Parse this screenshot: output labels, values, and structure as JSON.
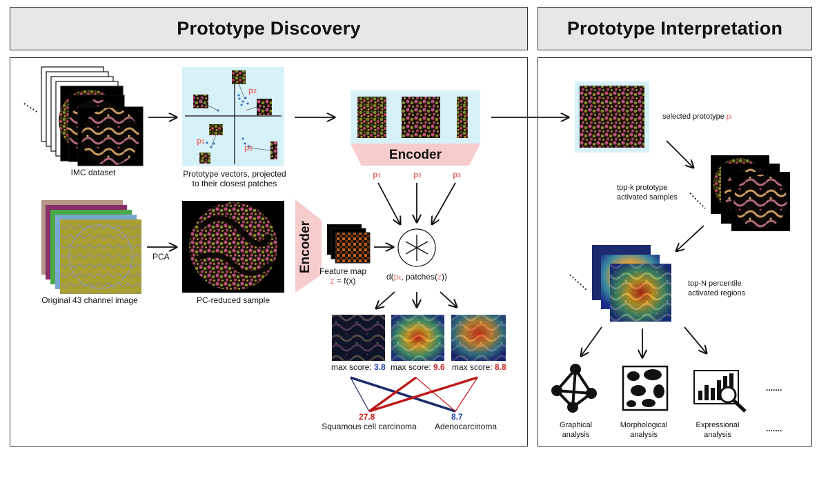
{
  "headers": {
    "discovery": "Prototype Discovery",
    "interpretation": "Prototype Interpretation"
  },
  "discovery": {
    "imc_dataset": "IMC dataset",
    "prototype_vectors_line1": "Prototype vectors, projected",
    "prototype_vectors_line2": "to their closest patches",
    "encoder_top": "Encoder",
    "encoder_side": "Encoder",
    "original_image": "Original 43 channel image",
    "pca": "PCA",
    "pc_reduced": "PC-reduced sample",
    "feature_map": "Feature map",
    "feature_eq_z": "z",
    "feature_eq_rest": " = f(x)",
    "distance_prefix": "d(",
    "distance_p": "p",
    "distance_p_sub": "k",
    "distance_mid": ", patches(",
    "distance_z": "z",
    "distance_suffix": "))",
    "prototype_labels": [
      {
        "p": "p",
        "sub": "1"
      },
      {
        "p": "p",
        "sub": "2"
      },
      {
        "p": "p",
        "sub": "3"
      }
    ],
    "scatter_labels": [
      {
        "p": "p",
        "sub": "2"
      },
      {
        "p": "p",
        "sub": "1"
      },
      {
        "p": "p",
        "sub": "3"
      }
    ],
    "max_score_prefix": "max score: ",
    "scores": [
      "3.8",
      "9.6",
      "8.8"
    ],
    "class_scores": [
      "27.8",
      "8.7"
    ],
    "classes": [
      "Squamous cell carcinoma",
      "Adenocarcinoma"
    ]
  },
  "interpretation": {
    "selected_prototype": "selected prototype ",
    "selected_p": "p",
    "selected_sub": "i",
    "topk_line1": "top-k prototype",
    "topk_line2": "activated samples",
    "topn_line1": "top-N percentile",
    "topn_line2": "activated regions",
    "analyses": [
      {
        "line1": "Graphical",
        "line2": "analysis"
      },
      {
        "line1": "Morphological",
        "line2": "analysis"
      },
      {
        "line1": "Expressional",
        "line2": "analysis"
      }
    ],
    "ellipsis": "......."
  },
  "colors": {
    "header_bg": "#e7e7ea",
    "light_blue": "#d7f1f8",
    "encoder_pink": "#f6cccc",
    "prototype_red": "#e8706e",
    "score_blue": "#2244bb",
    "score_red": "#cc1f1f",
    "line_navy": "#1a2a6c",
    "line_red": "#c01818"
  }
}
